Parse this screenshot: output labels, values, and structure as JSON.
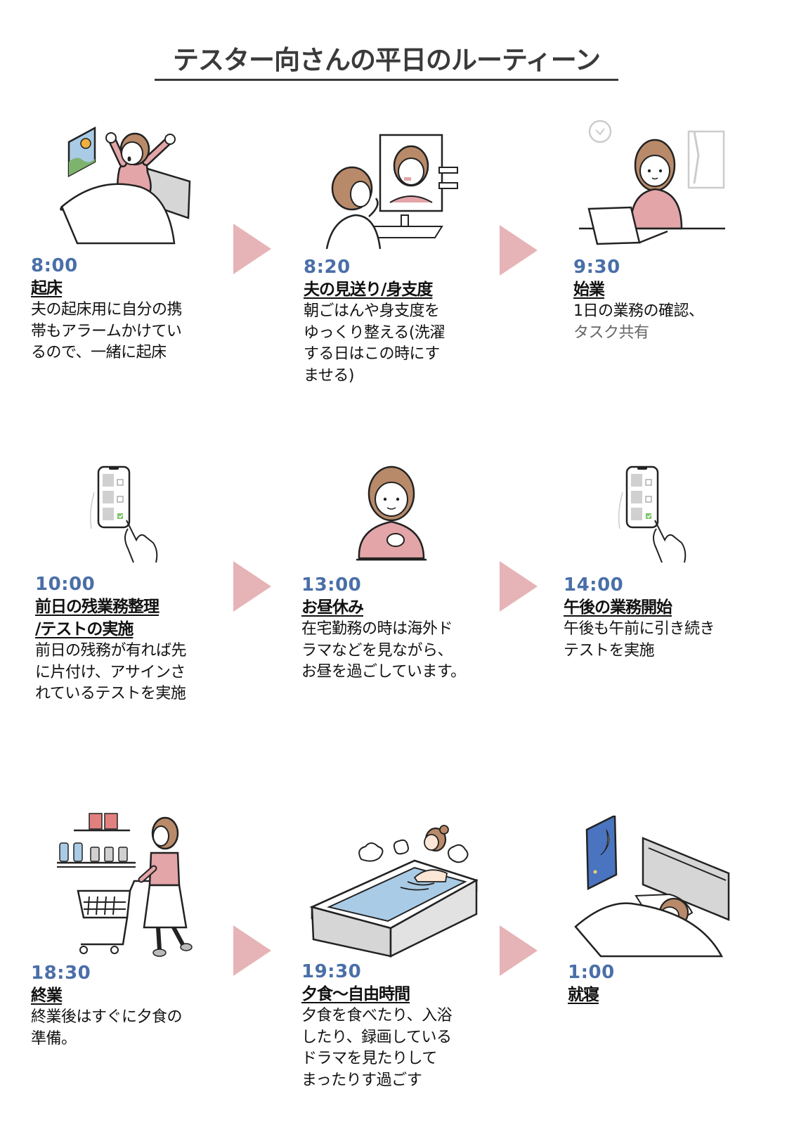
{
  "title": "テスター向さんの平日のルーティーン",
  "colors": {
    "time": "#4a6fa8",
    "arrow": "#e6b4b6",
    "title": "#3a3a3a",
    "sweater": "#e3a5a8",
    "hair": "#b88a69",
    "water": "#a9cbe6"
  },
  "steps": [
    {
      "time": "8:00",
      "heading": "起床",
      "description": "夫の起床用に自分の携\n帯もアラームかけてい\nるので、一緒に起床",
      "illustration": "wake-up-in-bed"
    },
    {
      "time": "8:20",
      "heading": "夫の見送り/身支度",
      "description": "朝ごはんや身支度を\nゆっくり整える(洗濯\nする日はこの時にす\nませる)",
      "illustration": "brushing-teeth-mirror"
    },
    {
      "time": "9:30",
      "heading": "始業",
      "description": "1日の業務の確認、",
      "description_muted": "タスク共有",
      "illustration": "laptop-work"
    },
    {
      "time": "10:00",
      "heading_lines": [
        "前日の残業務整理",
        "/テストの実施"
      ],
      "description": "前日の残務が有れば先\nに片付け、アサインさ\nれているテストを実施",
      "illustration": "smartphone-checklist"
    },
    {
      "time": "13:00",
      "heading": "お昼休み",
      "description": "在宅勤務の時は海外ド\nラマなどを見ながら、\nお昼を過ごしています。",
      "illustration": "eating-lunch"
    },
    {
      "time": "14:00",
      "heading": "午後の業務開始",
      "description": "午後も午前に引き続き\nテストを実施",
      "illustration": "smartphone-checklist"
    },
    {
      "time": "18:30",
      "heading": "終業",
      "description": "終業後はすぐに夕食の\n準備。",
      "illustration": "grocery-shopping"
    },
    {
      "time": "19:30",
      "heading": "夕食～自由時間",
      "description": "夕食を食べたり、入浴\nしたり、録画している\nドラマを見たりして\nまったりす過ごす",
      "illustration": "bathtub"
    },
    {
      "time": "1:00",
      "heading": "就寝",
      "description": "",
      "illustration": "sleeping-in-bed"
    }
  ]
}
